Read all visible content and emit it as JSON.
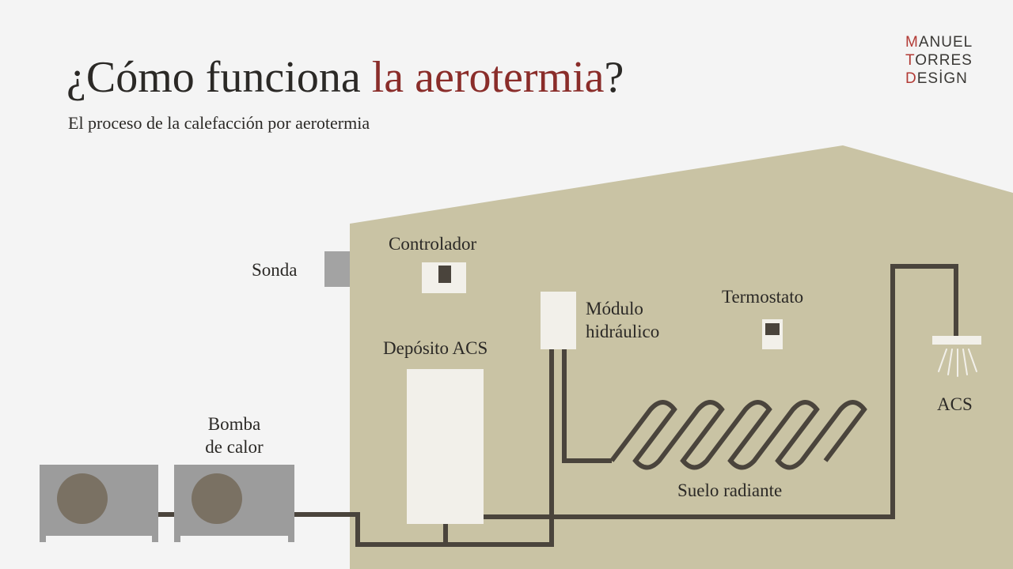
{
  "header": {
    "title_prefix": "¿Cómo funciona ",
    "title_accent": "la aerotermia",
    "title_suffix": "?",
    "subtitle": "El proceso de la calefacción por aerotermia"
  },
  "logo": {
    "line1_first": "M",
    "line1_rest": "ANUEL",
    "line2_first": "T",
    "line2_rest": "ORRES",
    "line3_first": "D",
    "line3_rest": "ESİGN"
  },
  "labels": {
    "sonda": "Sonda",
    "controlador": "Controlador",
    "modulo_line1": "Módulo",
    "modulo_line2": "hidráulico",
    "termostato": "Termostato",
    "deposito": "Depósito ACS",
    "bomba_line1": "Bomba",
    "bomba_line2": "de calor",
    "suelo": "Suelo radiante",
    "acs": "ACS"
  },
  "colors": {
    "background": "#f4f4f4",
    "house": "#c9c3a4",
    "pipe": "#4a443c",
    "accent": "#8a2d2a",
    "logo_accent": "#b23a35",
    "unit_body": "#9c9c9c",
    "unit_fan": "#7a7163",
    "appliance": "#f2f0ea",
    "sonda": "#a3a3a3"
  }
}
